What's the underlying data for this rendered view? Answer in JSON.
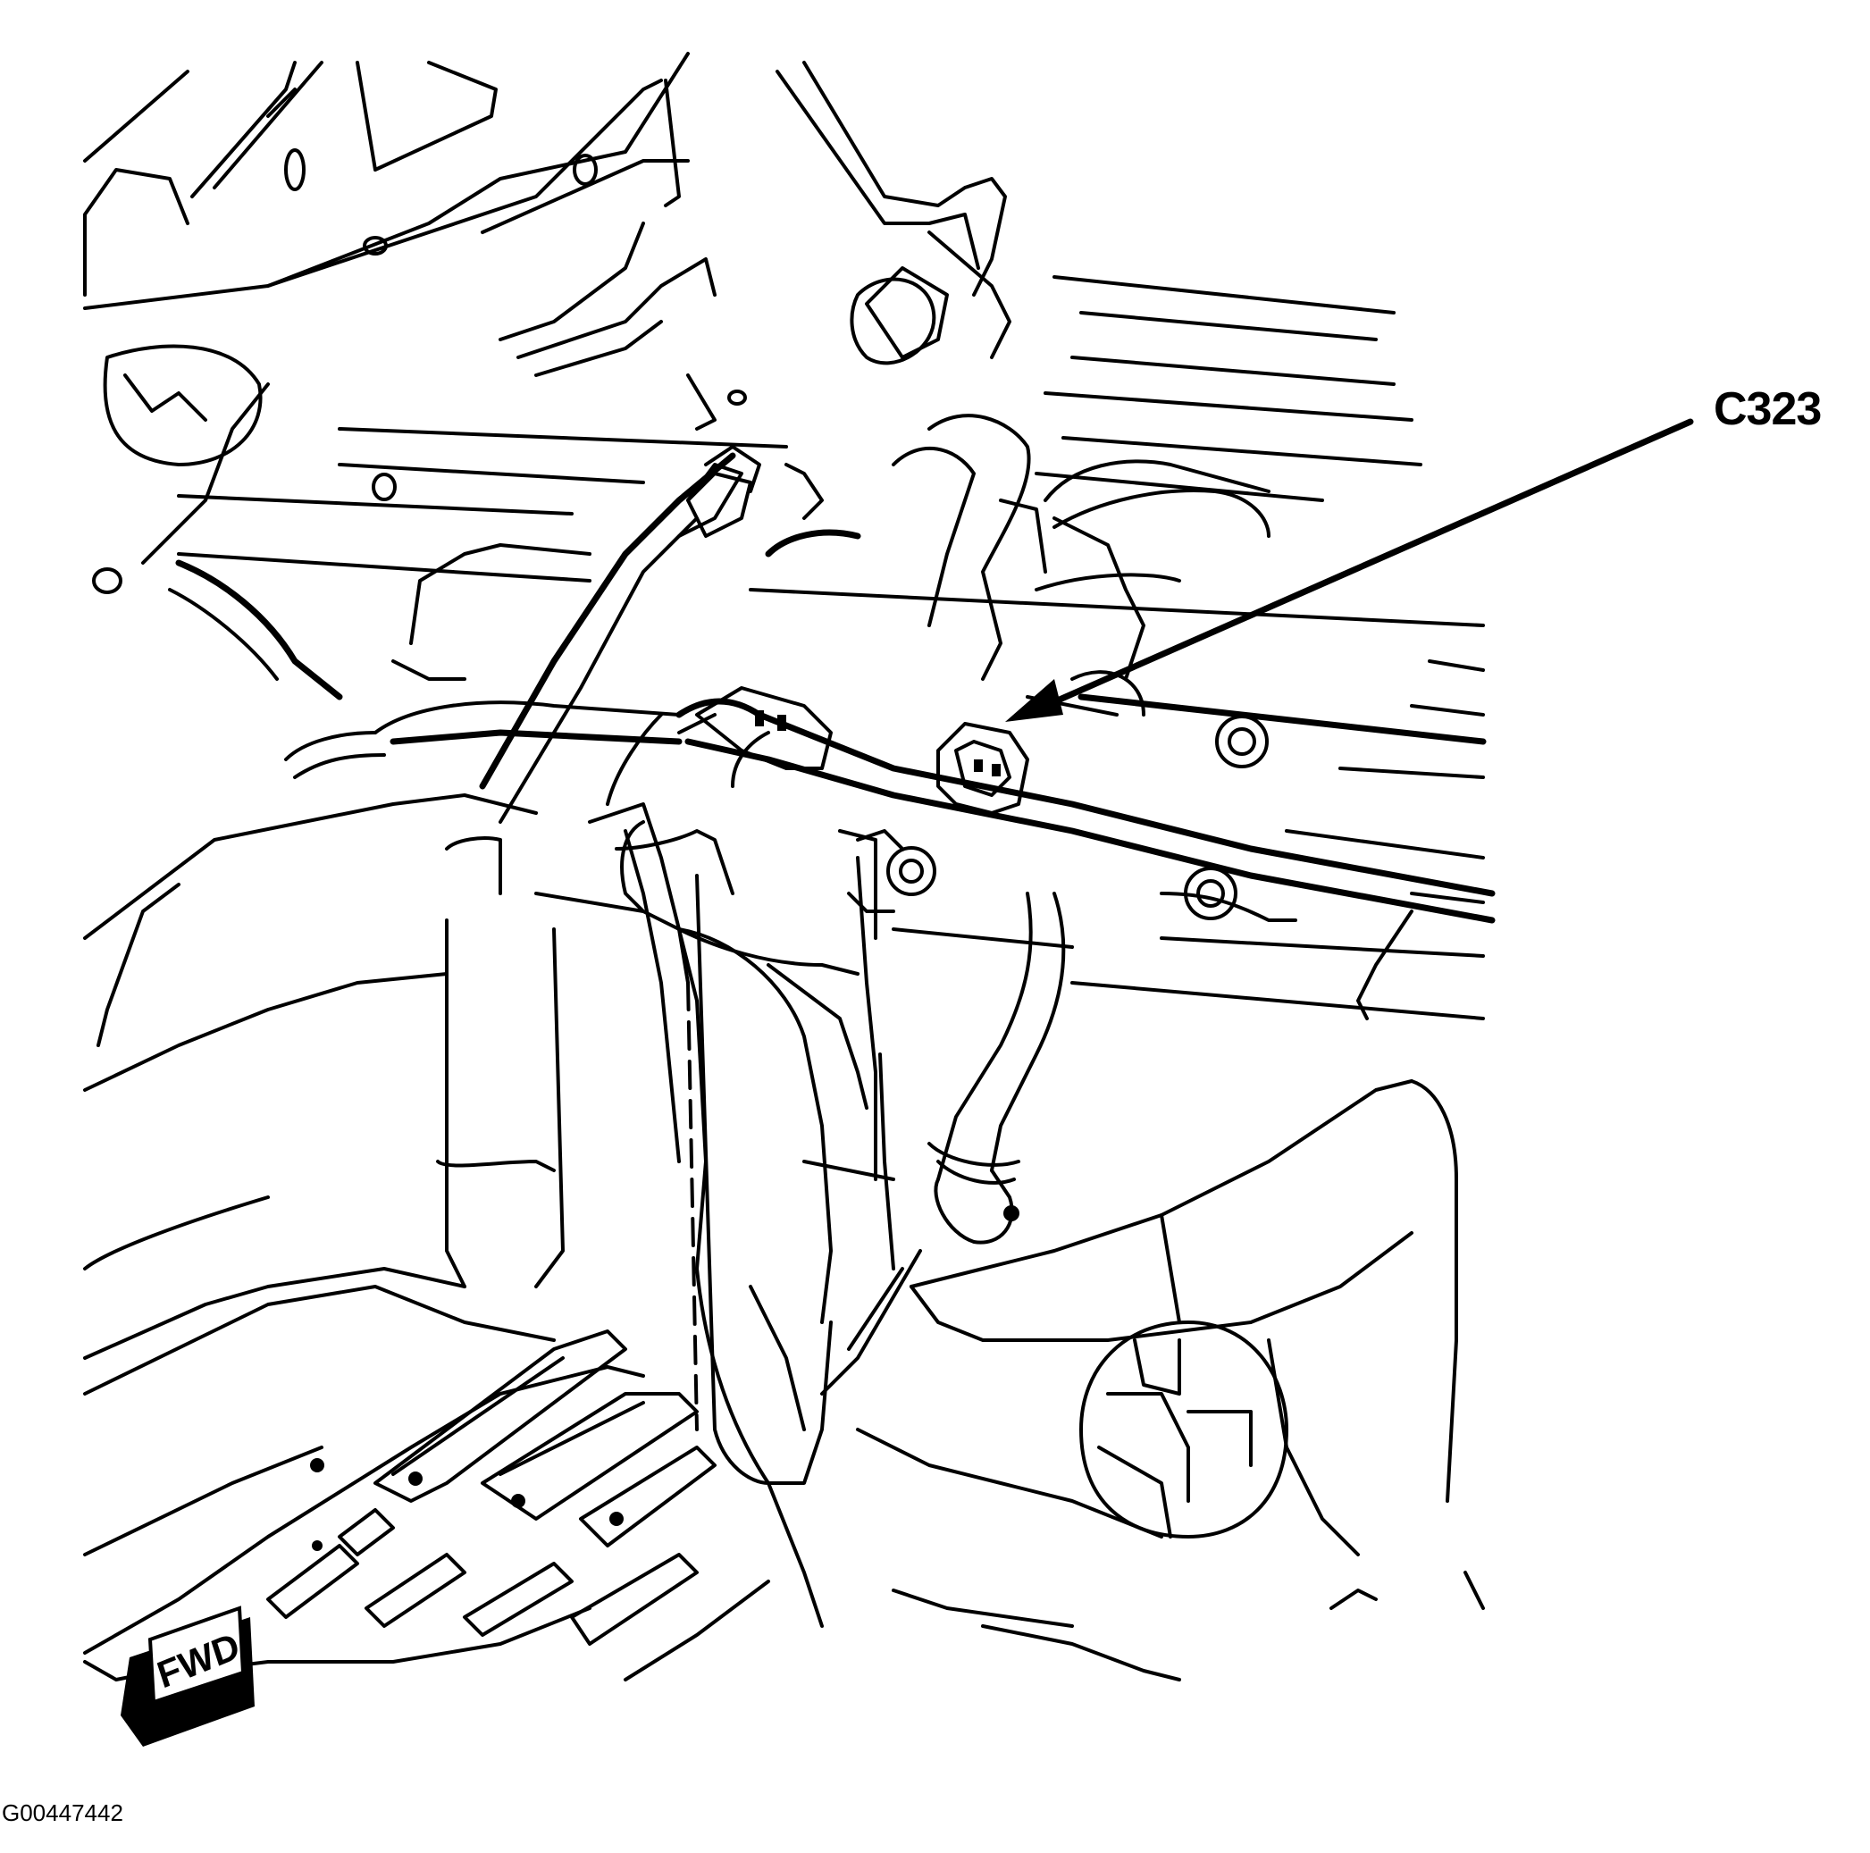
{
  "callout": {
    "label": "C323"
  },
  "figure": {
    "id": "G00447442"
  },
  "badge": {
    "label": "FWD"
  }
}
